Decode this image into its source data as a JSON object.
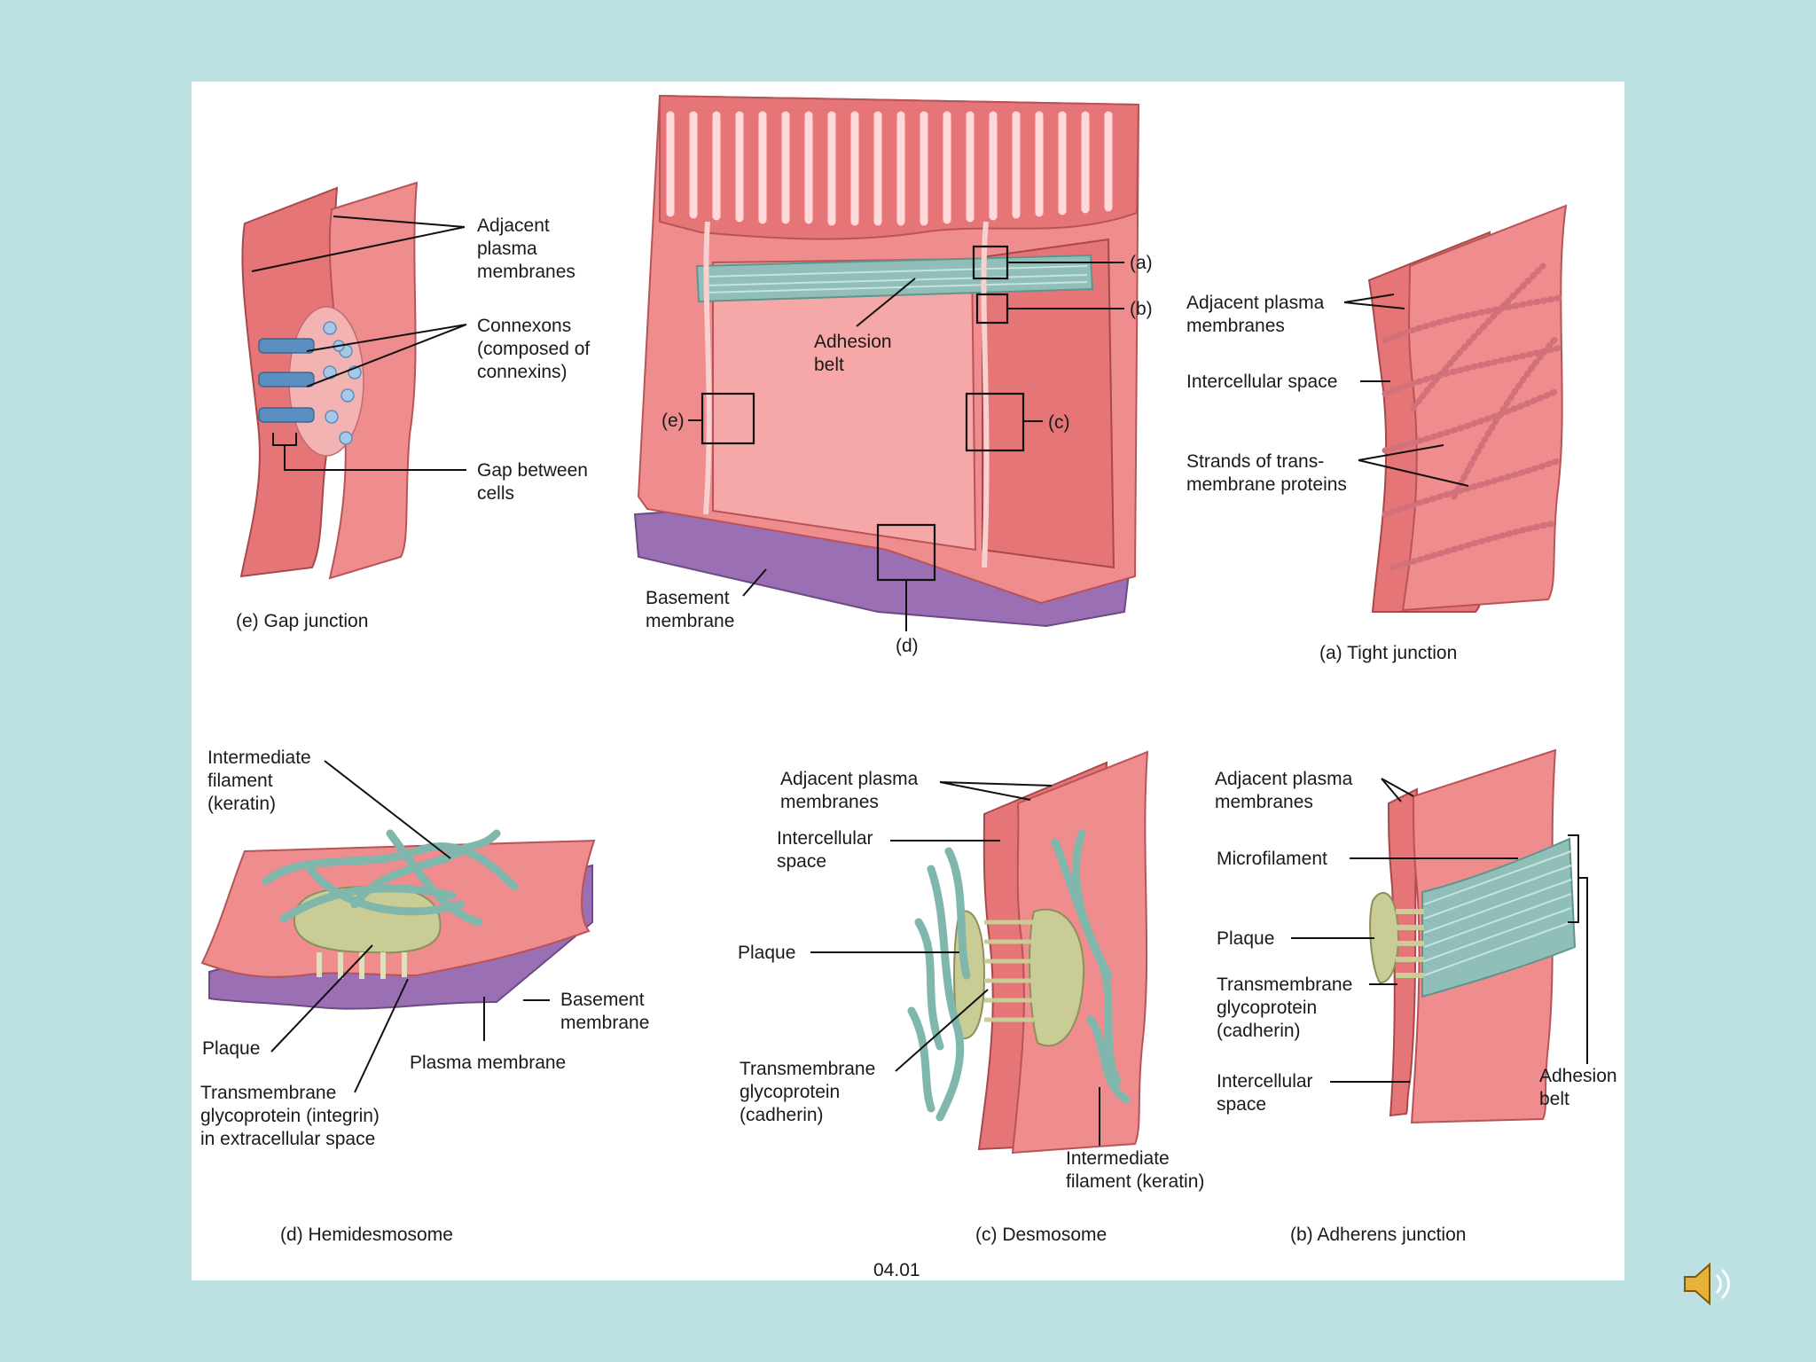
{
  "figure_id": "04.01",
  "panels": {
    "gap": {
      "caption": "(e) Gap junction",
      "labels": {
        "membranes": [
          "Adjacent",
          "plasma",
          "membranes"
        ],
        "connexons": [
          "Connexons",
          "(composed of",
          "connexins)"
        ],
        "gap": [
          "Gap between",
          "cells"
        ]
      }
    },
    "overview": {
      "callouts": [
        "(a)",
        "(b)",
        "(c)",
        "(d)",
        "(e)"
      ],
      "labels": {
        "adhesion_belt": [
          "Adhesion",
          "belt"
        ],
        "basement": [
          "Basement",
          "membrane"
        ]
      }
    },
    "tight": {
      "caption": "(a) Tight junction",
      "labels": {
        "membranes": [
          "Adjacent plasma",
          "membranes"
        ],
        "space": [
          "Intercellular space"
        ],
        "strands": [
          "Strands of trans-",
          "membrane proteins"
        ]
      }
    },
    "hemidesmosome": {
      "caption": "(d) Hemidesmosome",
      "labels": {
        "filament": [
          "Intermediate",
          "filament",
          "(keratin)"
        ],
        "basement": [
          "Basement",
          "membrane"
        ],
        "plaque": [
          "Plaque"
        ],
        "plasma": [
          "Plasma membrane"
        ],
        "glyco": [
          "Transmembrane",
          "glycoprotein (integrin)",
          "in extracellular space"
        ]
      }
    },
    "desmosome": {
      "caption": "(c) Desmosome",
      "labels": {
        "membranes": [
          "Adjacent plasma",
          "membranes"
        ],
        "space": [
          "Intercellular",
          "space"
        ],
        "plaque": [
          "Plaque"
        ],
        "glyco": [
          "Transmembrane",
          "glycoprotein",
          "(cadherin)"
        ],
        "filament": [
          "Intermediate",
          "filament (keratin)"
        ]
      }
    },
    "adherens": {
      "caption": "(b) Adherens junction",
      "labels": {
        "membranes": [
          "Adjacent plasma",
          "membranes"
        ],
        "microfilament": [
          "Microfilament"
        ],
        "plaque": [
          "Plaque"
        ],
        "glyco": [
          "Transmembrane",
          "glycoprotein",
          "(cadherin)"
        ],
        "space": [
          "Intercellular",
          "space"
        ],
        "belt": [
          "Adhesion",
          "belt"
        ]
      }
    }
  },
  "colors": {
    "background": "#bde0e3",
    "membrane": "#ef8c8e",
    "basement": "#9a6fb3",
    "filament": "#7fb7ad",
    "plaque": "#c9cc95",
    "connexon": "#5b8fc1"
  },
  "icons": {
    "audio": "speaker-icon"
  }
}
